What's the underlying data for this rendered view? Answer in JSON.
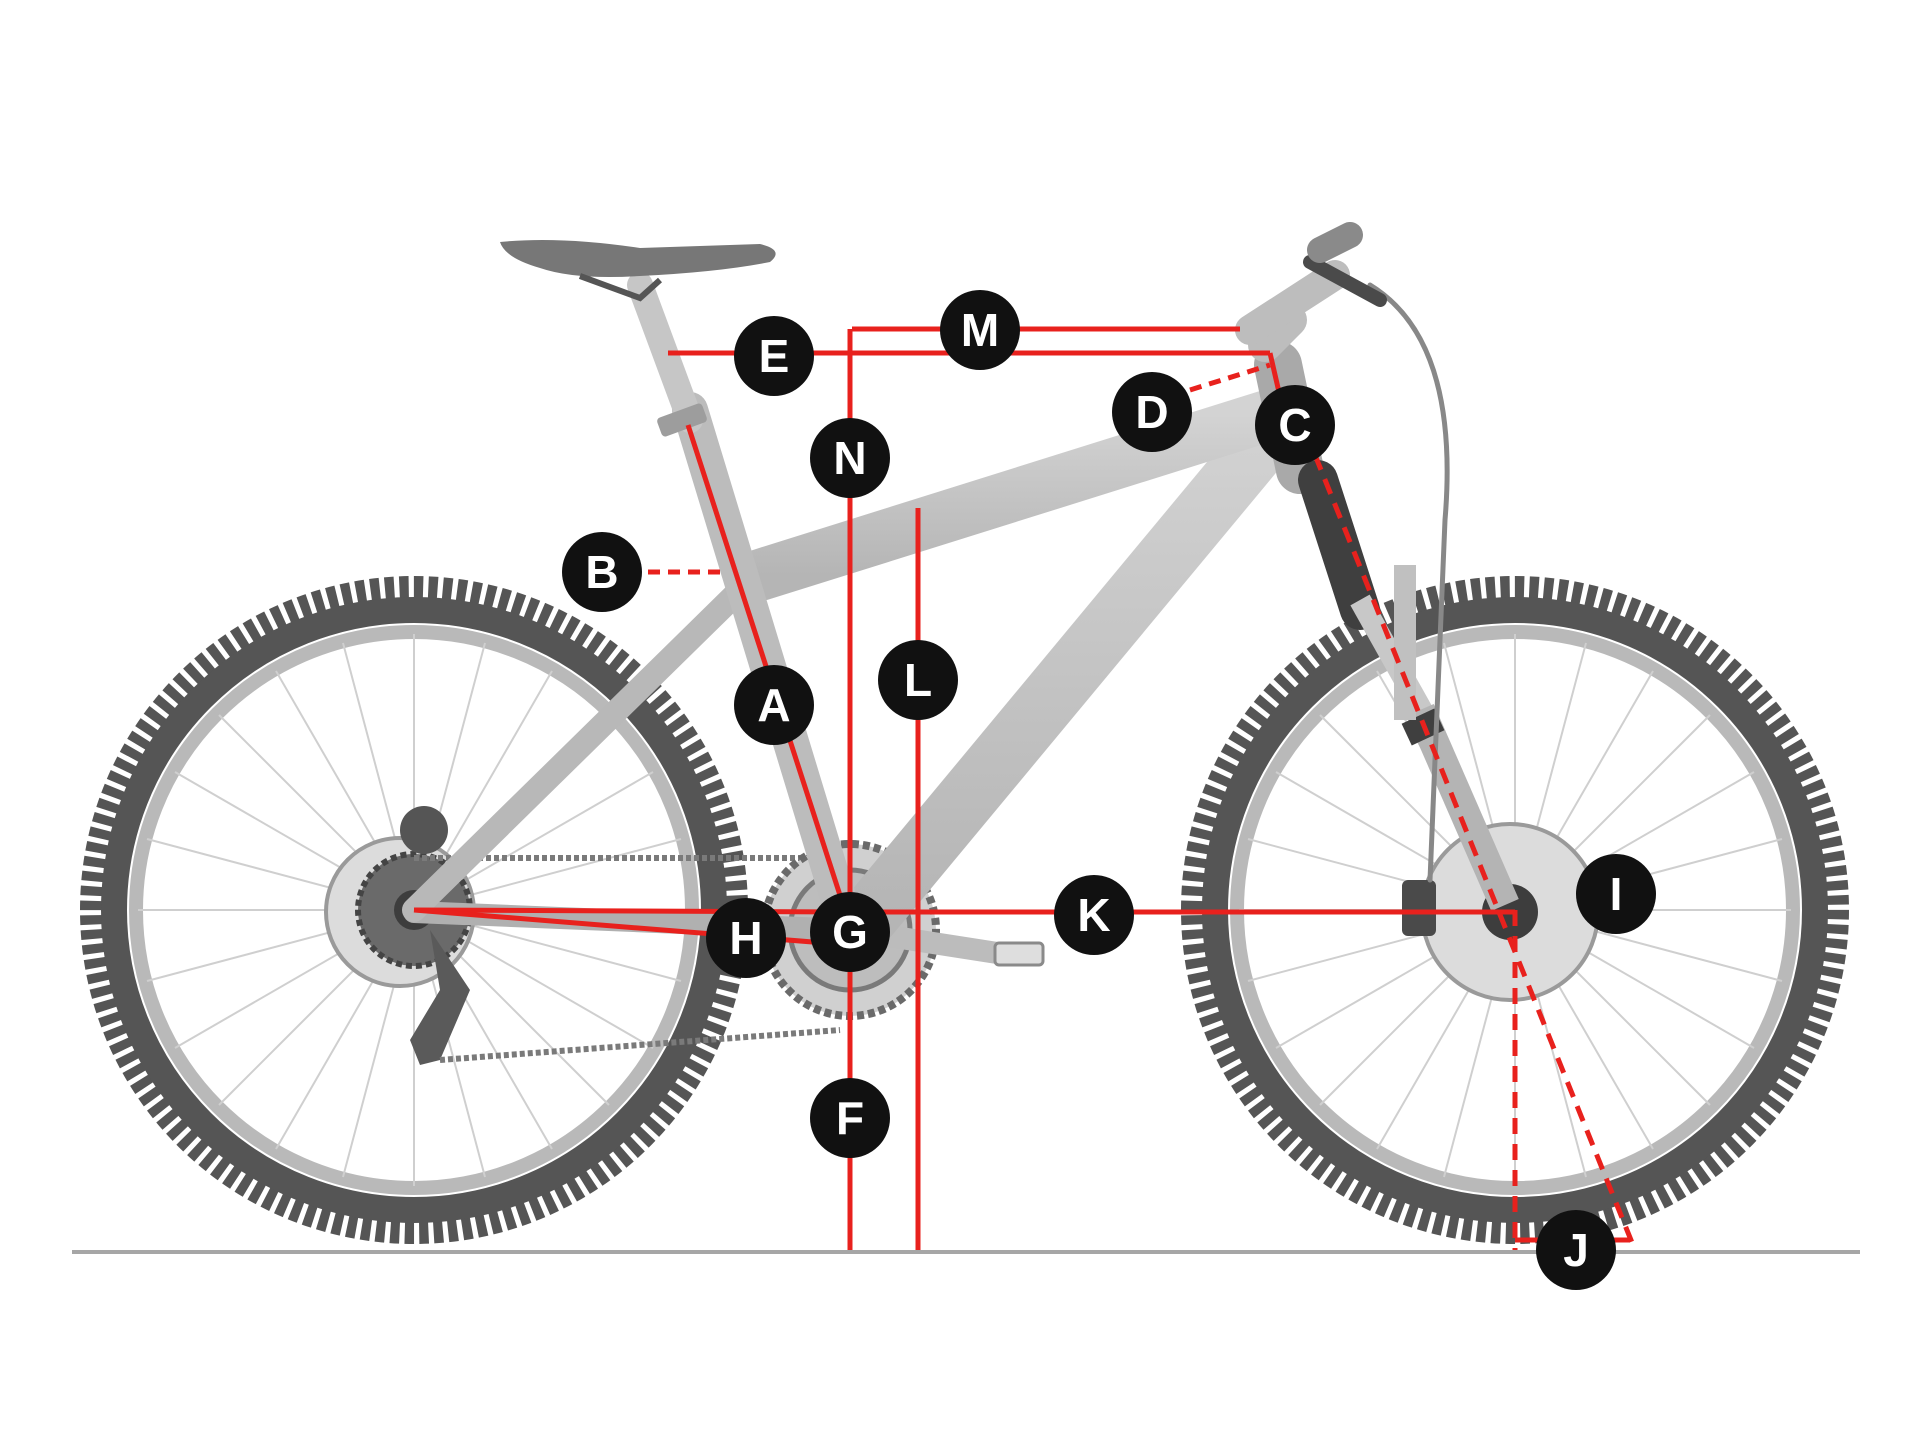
{
  "colors": {
    "measure_line": "#e8211d",
    "frame": "#c4c4c4",
    "frame_shadow": "#a9a9a9",
    "tire": "#555555",
    "rim": "#b9b9b9",
    "ground": "#a6a6a6",
    "badge_fill": "#111111",
    "badge_text": "#ffffff"
  },
  "labels": {
    "A": "A",
    "B": "B",
    "C": "C",
    "D": "D",
    "E": "E",
    "F": "F",
    "G": "G",
    "H": "H",
    "I": "I",
    "J": "J",
    "K": "K",
    "L": "L",
    "M": "M",
    "N": "N"
  }
}
